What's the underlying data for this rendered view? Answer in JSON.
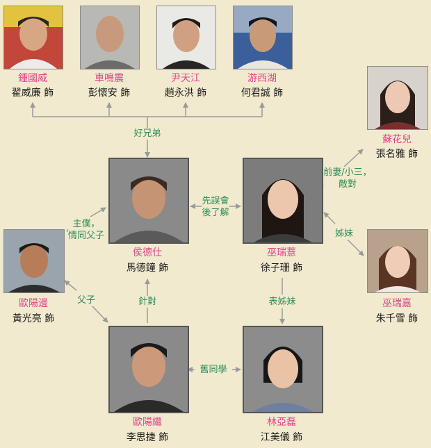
{
  "colors": {
    "background": "#f1eacf",
    "role_name": "#e0458a",
    "relation_label": "#2c8f57",
    "line": "#9a9a9a"
  },
  "people": {
    "zhong": {
      "role": "鍾國威",
      "actor": "翟威廉 飾"
    },
    "che": {
      "role": "車鳴震",
      "actor": "彭懷安 飾"
    },
    "yin": {
      "role": "尹天江",
      "actor": "趙永洪 飾"
    },
    "you": {
      "role": "游西湖",
      "actor": "何君誠 飾"
    },
    "su": {
      "role": "蘇花兒",
      "actor": "張名雅 飾"
    },
    "hou": {
      "role": "侯德仕",
      "actor": "馬德鐘 飾"
    },
    "wu_ruiyi": {
      "role": "巫瑞薏",
      "actor": "徐子珊 飾"
    },
    "ouyang_bian": {
      "role": "歐陽邊",
      "actor": "黃光亮 飾"
    },
    "wu_ruijia": {
      "role": "巫瑞嘉",
      "actor": "朱千雪 飾"
    },
    "ouyang_ji": {
      "role": "歐陽繼",
      "actor": "李思捷 飾"
    },
    "lin": {
      "role": "林亞磊",
      "actor": "江美儀 飾"
    }
  },
  "relations": {
    "good_brothers": "好兄弟",
    "misunderstand_line1": "先誤會",
    "misunderstand_line2": "後了解",
    "ex_wife_line1": "前妻/小三，",
    "ex_wife_line2": "敵對",
    "master_servant_line1": "主僕，",
    "master_servant_line2": "情同父子",
    "sisters": "姊妹",
    "father_son": "父子",
    "against": "針對",
    "cousins": "表姊妹",
    "classmates": "舊同學"
  }
}
